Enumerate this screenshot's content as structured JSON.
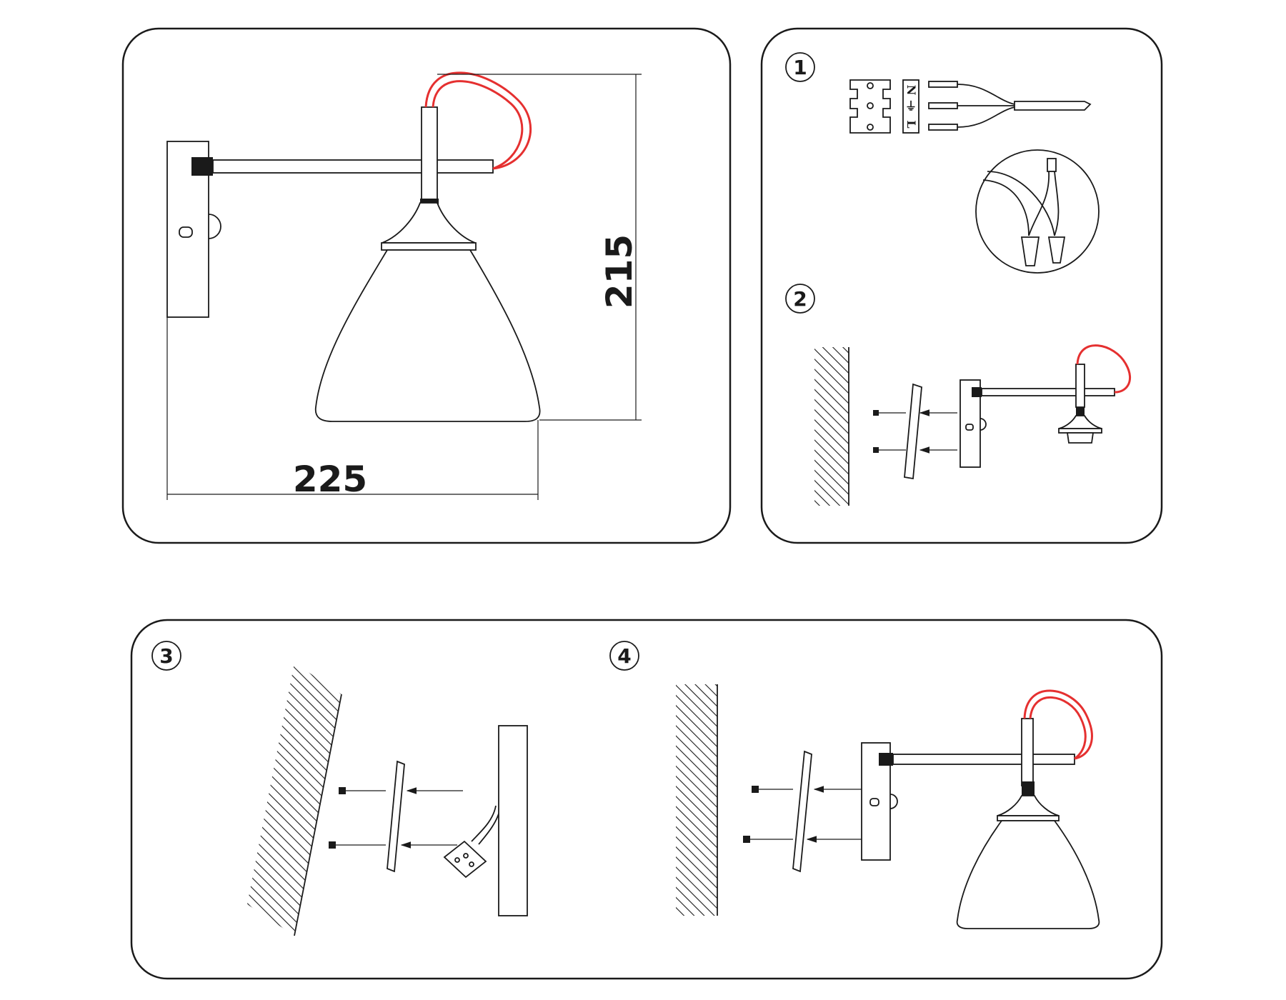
{
  "dimensions": {
    "height": "215",
    "width": "225"
  },
  "steps": [
    "1",
    "2",
    "3",
    "4"
  ],
  "terminal": {
    "labels": [
      "L",
      "⏚",
      "N"
    ]
  },
  "colors": {
    "cord": "#e53030",
    "line": "#1a1a1a"
  }
}
